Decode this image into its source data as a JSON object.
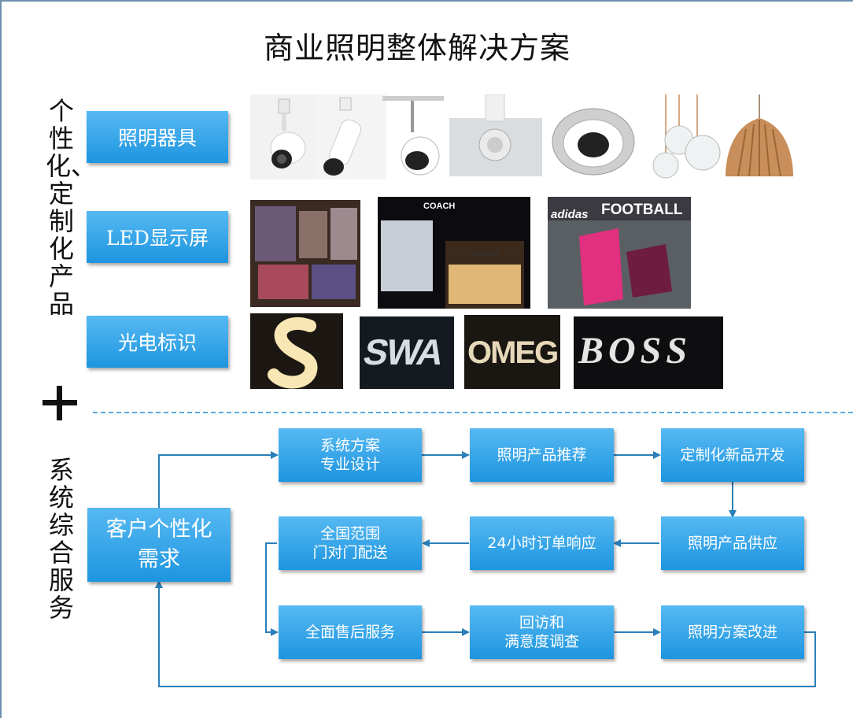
{
  "title": "商业照明整体解决方案",
  "left_labels": {
    "products": "个性化、定制化产品",
    "services": "系统综合服务"
  },
  "categories": {
    "lighting": "照明器具",
    "led": "LED显示屏",
    "signage": "光电标识"
  },
  "image_text": {
    "coach_top": "COACH",
    "coach_store": "COACH",
    "adidas": "adidas",
    "football": "FOOTBALL",
    "swa": "SWA",
    "omeg": "OMEG",
    "boss": "BOSS"
  },
  "flow": {
    "customer": "客户个性化\n需求",
    "step1": "系统方案\n专业设计",
    "step2": "照明产品推荐",
    "step3": "定制化新品开发",
    "step4": "照明产品供应",
    "step5": "24小时订单响应",
    "step6": "全国范围\n门对门配送",
    "step7": "全面售后服务",
    "step8": "回访和\n满意度调查",
    "step9": "照明方案改进"
  },
  "colors": {
    "box_top": "#56b9f2",
    "box_bottom": "#1e95e0",
    "arrow": "#2a7fb8",
    "dash": "#5aa9df"
  }
}
